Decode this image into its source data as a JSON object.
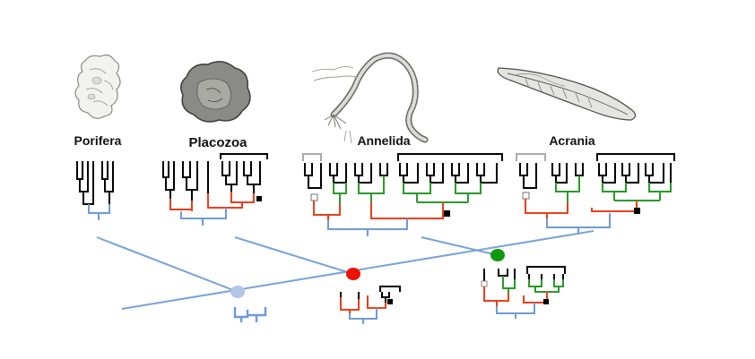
{
  "figure": {
    "taxa": [
      {
        "id": "porifera",
        "label": "Porifera"
      },
      {
        "id": "placozoa",
        "label": "Placozoa"
      },
      {
        "id": "annelida",
        "label": "Annelida"
      },
      {
        "id": "acrania",
        "label": "Acrania"
      }
    ],
    "colors": {
      "clade_line": "#7aa3d6",
      "node_basal": "#b3c6e6",
      "node_middle": "#ee1100",
      "node_upper": "#119911",
      "tree_black": "#000000",
      "tree_blue": "#6f9bd3",
      "tree_red": "#e8401c",
      "tree_green": "#2a9a2a",
      "tree_grey": "#aaaaaa"
    }
  }
}
